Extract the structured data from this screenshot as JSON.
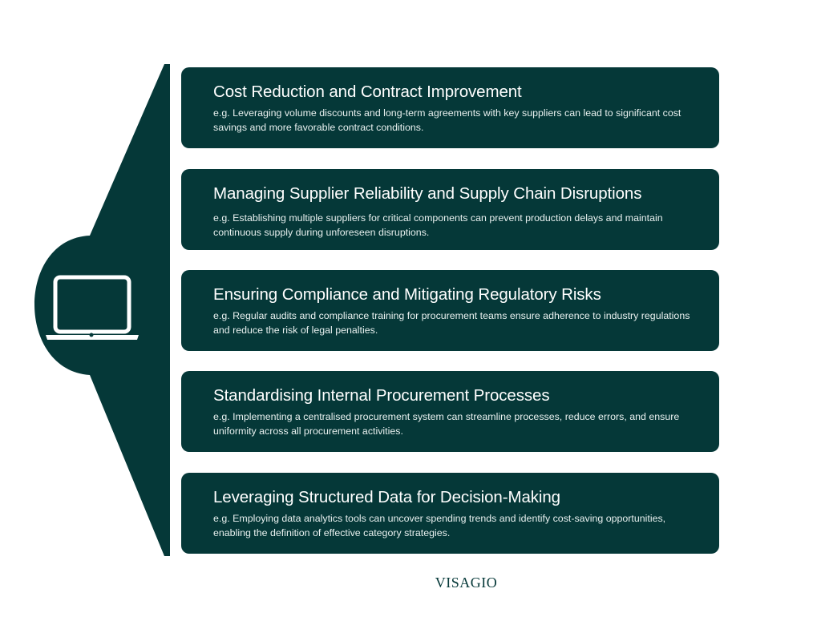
{
  "colors": {
    "primary": "#053838",
    "background": "#ffffff",
    "text_on_primary": "#ffffff"
  },
  "icon": "laptop-icon",
  "items": [
    {
      "title": "Cost Reduction and Contract Improvement",
      "description": "e.g. Leveraging volume discounts and long-term agreements with key suppliers can lead to significant cost savings and more favorable contract conditions."
    },
    {
      "title": "Managing Supplier Reliability and Supply Chain Disruptions",
      "description": "e.g. Establishing multiple suppliers for critical components can prevent production delays and maintain continuous supply during unforeseen disruptions."
    },
    {
      "title": "Ensuring Compliance and Mitigating Regulatory Risks",
      "description": "e.g. Regular audits and compliance training for procurement teams ensure adherence to industry regulations and reduce the risk of legal penalties."
    },
    {
      "title": "Standardising Internal Procurement Processes",
      "description": "e.g. Implementing a centralised procurement system can streamline processes, reduce errors, and ensure uniformity across all procurement activities."
    },
    {
      "title": "Leveraging Structured Data for Decision-Making",
      "description": "e.g. Employing data analytics tools can uncover spending trends and identify cost-saving opportunities, enabling the definition of effective category strategies."
    }
  ],
  "brand": "VISAGIO"
}
